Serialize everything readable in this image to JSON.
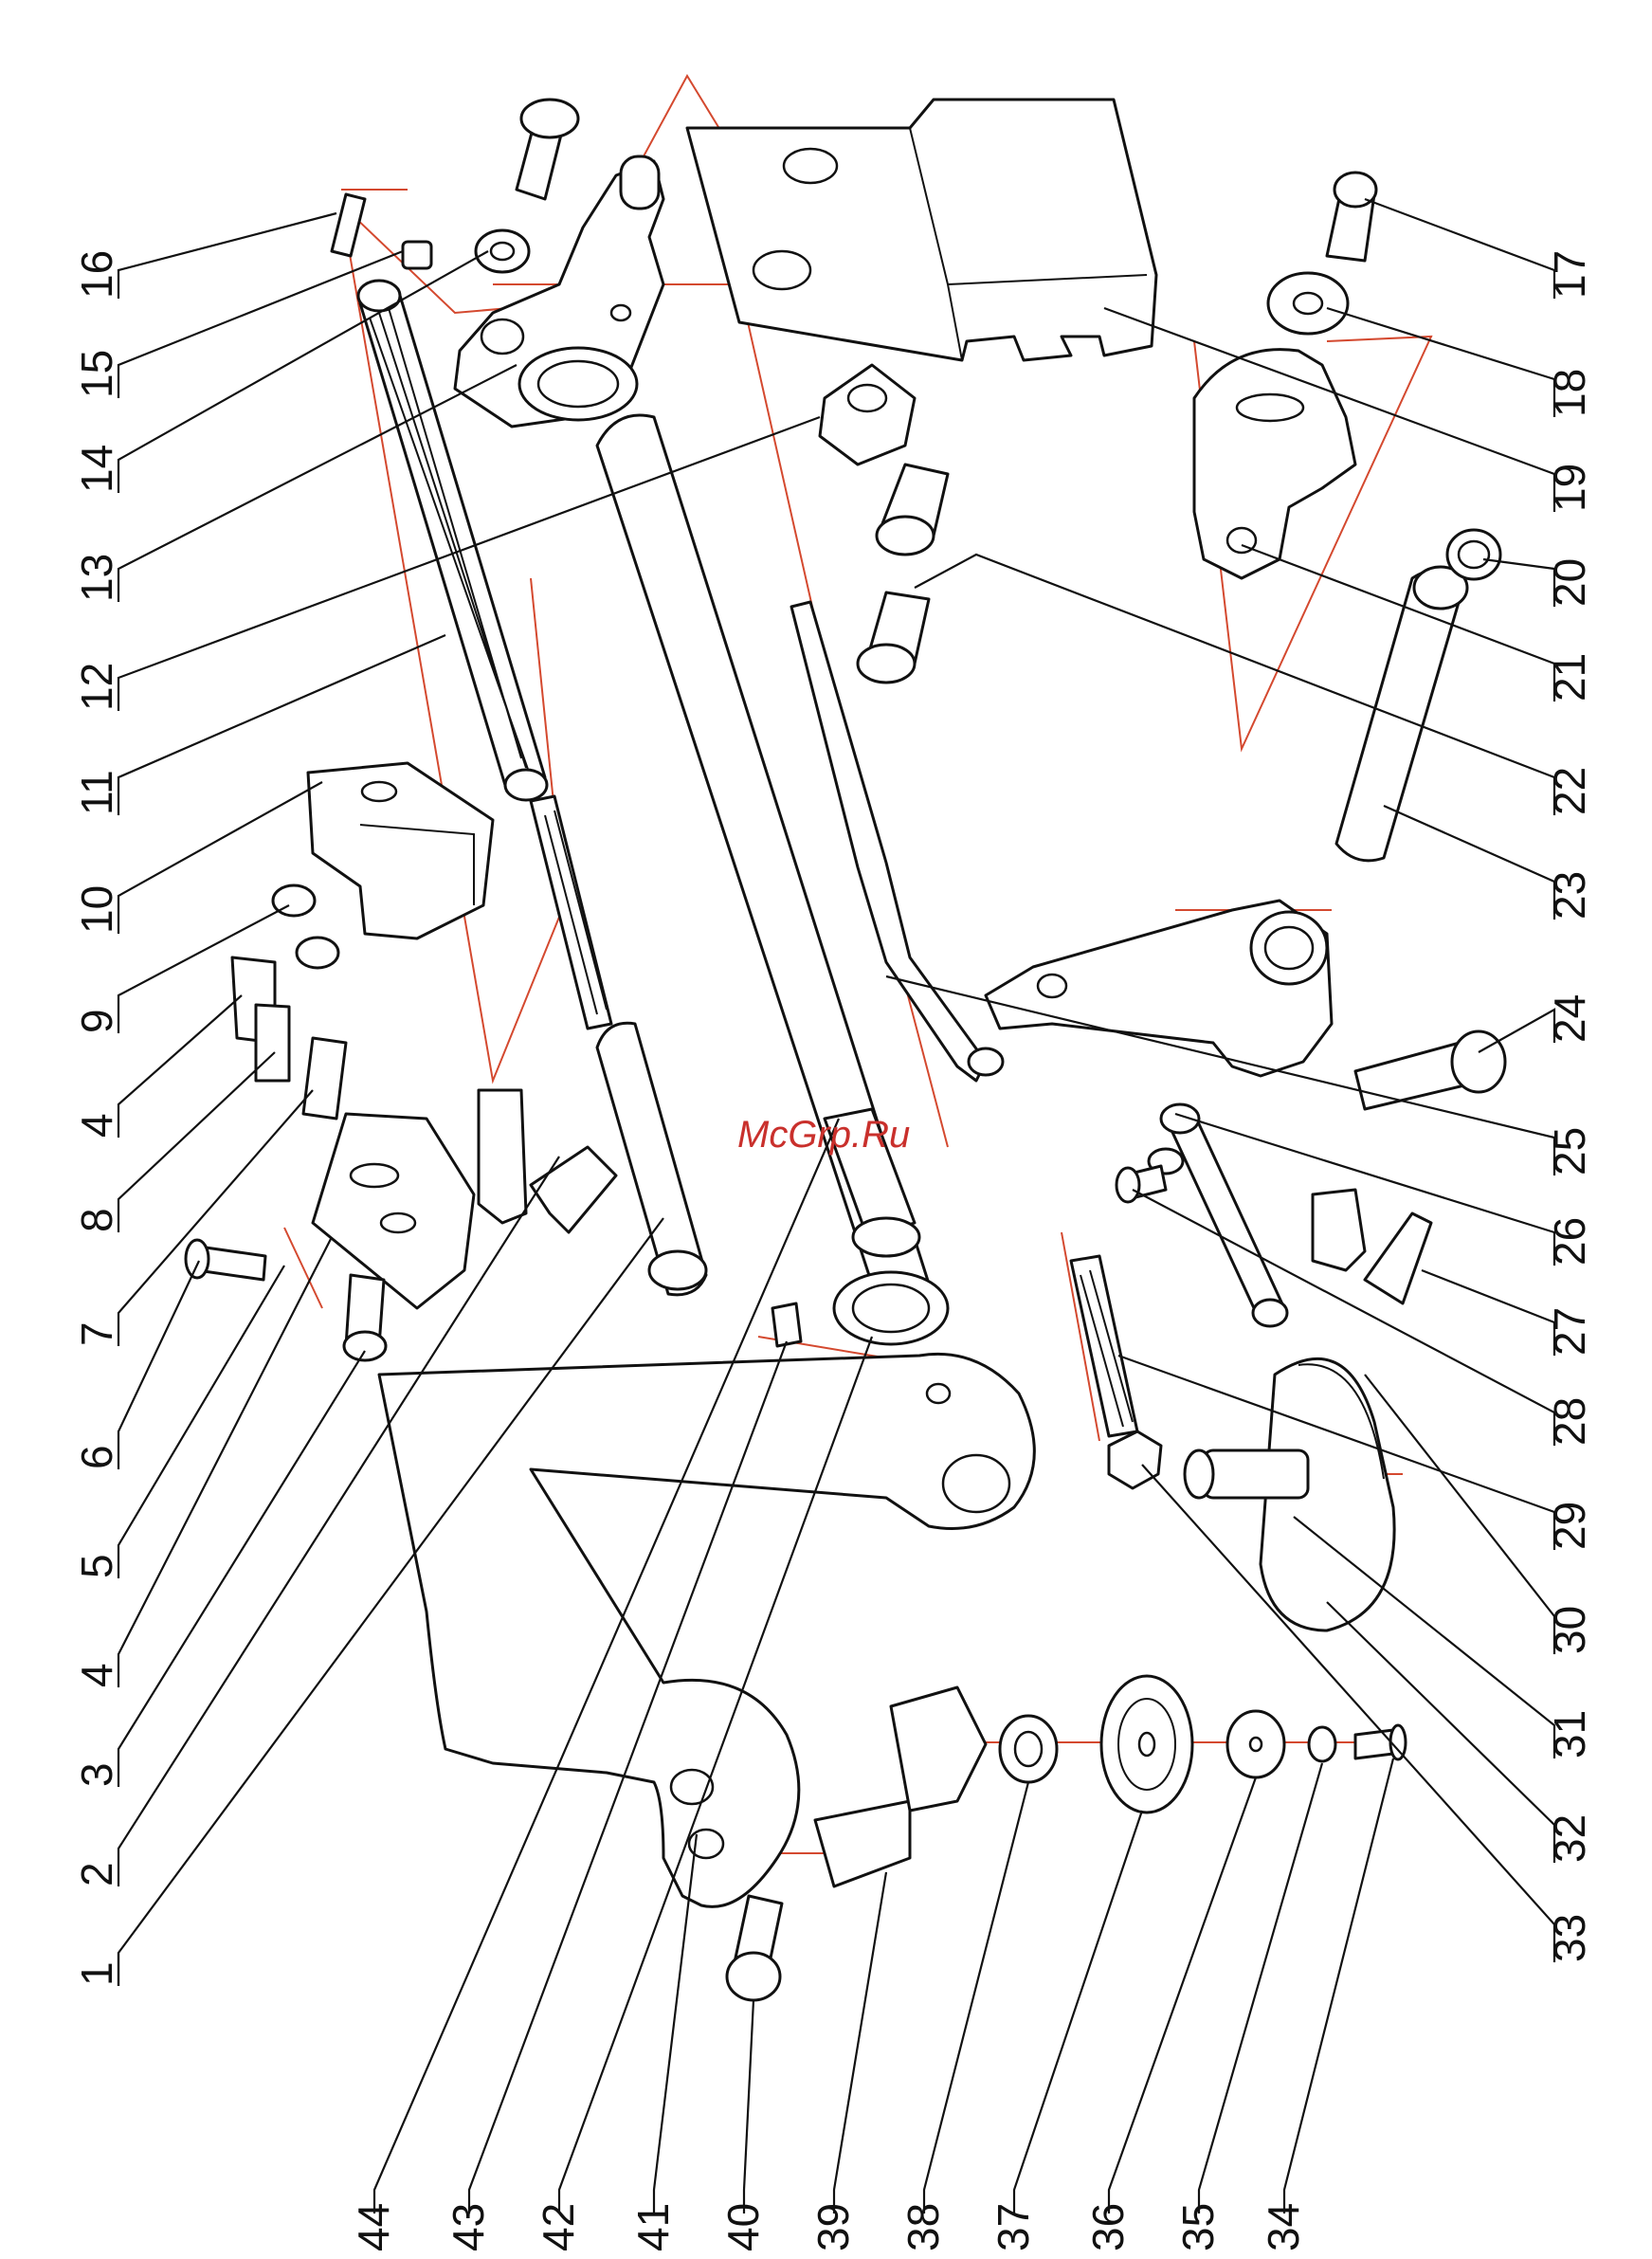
{
  "watermark": "McGrp.Ru",
  "labels": {
    "l1": "1",
    "l2": "2",
    "l3": "3",
    "l4a": "4",
    "l5": "5",
    "l6": "6",
    "l7": "7",
    "l8": "8",
    "l4b": "4",
    "l9": "9",
    "l10": "10",
    "l11": "11",
    "l12": "12",
    "l13": "13",
    "l14": "14",
    "l15": "15",
    "l16": "16",
    "l17": "17",
    "l18": "18",
    "l19": "19",
    "l20": "20",
    "l21": "21",
    "l22": "22",
    "l23": "23",
    "l24": "24",
    "l25": "25",
    "l26": "26",
    "l27": "27",
    "l28": "28",
    "l29": "29",
    "l30": "30",
    "l31": "31",
    "l32": "32",
    "l33": "33",
    "l34": "34",
    "l35": "35",
    "l36": "36",
    "l37": "37",
    "l38": "38",
    "l39": "39",
    "l40": "40",
    "l41": "41",
    "l42": "42",
    "l43": "43",
    "l44": "44"
  },
  "colors": {
    "line": "#111111",
    "axis": "#d4492f",
    "watermark": "#c9302c"
  }
}
